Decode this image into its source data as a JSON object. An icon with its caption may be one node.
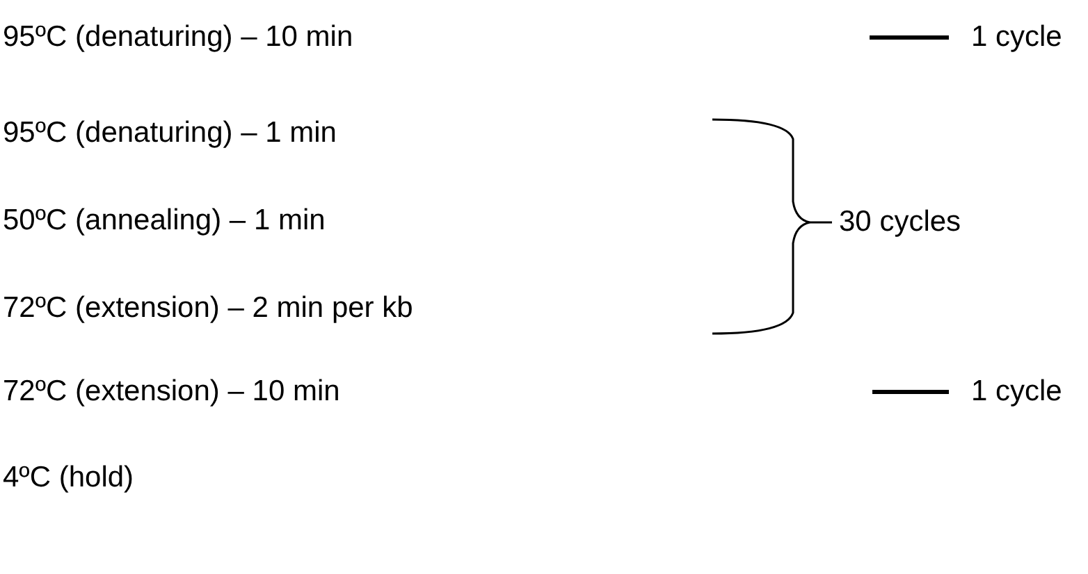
{
  "diagram": {
    "labels": [
      "95ºC (denaturing) – 10 min",
      "1 cycle",
      "95ºC (denaturing) – 1 min",
      "50ºC (annealing) – 1 min",
      "30 cycles",
      "72ºC (extension) – 2 min per kb",
      "72ºC (extension) – 10 min",
      "1 cycle",
      "4ºC (hold)"
    ]
  }
}
